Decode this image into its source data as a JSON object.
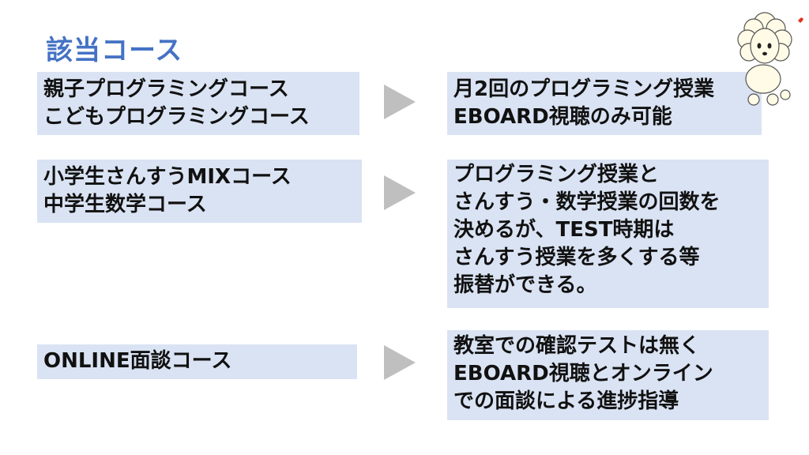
{
  "title": "該当コース",
  "rows": [
    {
      "course_lines": [
        "親子プログラミングコース",
        "こどもプログラミングコース"
      ],
      "detail_lines": [
        "月2回のプログラミング授業",
        "EBOARD視聴のみ可能"
      ]
    },
    {
      "course_lines": [
        "小学生さんすうMIXコース",
        "中学生数学コース"
      ],
      "detail_lines": [
        "プログラミング授業と",
        "さんすう・数学授業の回数を",
        "決めるが、TEST時期は",
        "さんすう授業を多くする等",
        "振替ができる。"
      ]
    },
    {
      "course_lines": [
        "ONLINE面談コース"
      ],
      "detail_lines": [
        "教室での確認テストは無く",
        "EBOARD視聴とオンライン",
        "での面談による進捗指導"
      ]
    }
  ],
  "decoration": {
    "illustration": "poodle-illustration",
    "accent_color": "#4472c4",
    "box_color": "#dae3f3",
    "arrow_color": "#bfbfbf"
  }
}
